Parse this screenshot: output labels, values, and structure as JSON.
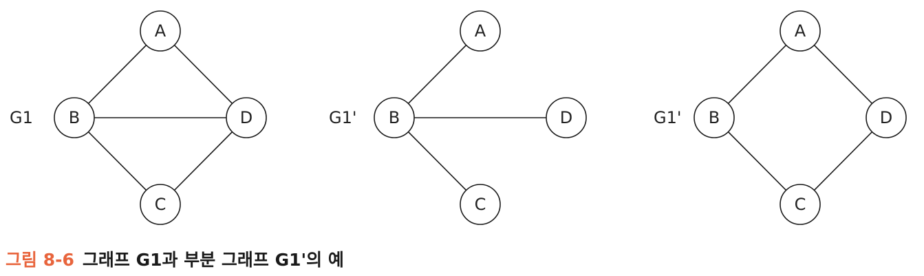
{
  "graphs": [
    {
      "label": "G1",
      "nodes": [
        "A",
        "B",
        "C",
        "D"
      ],
      "edges": [
        [
          "A",
          "B"
        ],
        [
          "A",
          "D"
        ],
        [
          "B",
          "D"
        ],
        [
          "B",
          "C"
        ],
        [
          "C",
          "D"
        ]
      ]
    },
    {
      "label": "G1'",
      "nodes": [
        "A",
        "B",
        "C",
        "D"
      ],
      "edges": [
        [
          "A",
          "B"
        ],
        [
          "B",
          "D"
        ],
        [
          "B",
          "C"
        ]
      ]
    },
    {
      "label": "G1'",
      "nodes": [
        "A",
        "B",
        "C",
        "D"
      ],
      "edges": [
        [
          "A",
          "B"
        ],
        [
          "A",
          "D"
        ],
        [
          "B",
          "C"
        ],
        [
          "C",
          "D"
        ]
      ]
    }
  ],
  "caption": {
    "figure_number": "그림 8-6",
    "text": "그래프 G1과 부분 그래프 G1'의 예"
  },
  "colors": {
    "caption_number": "#e8643c",
    "line": "#1a1a1a"
  }
}
